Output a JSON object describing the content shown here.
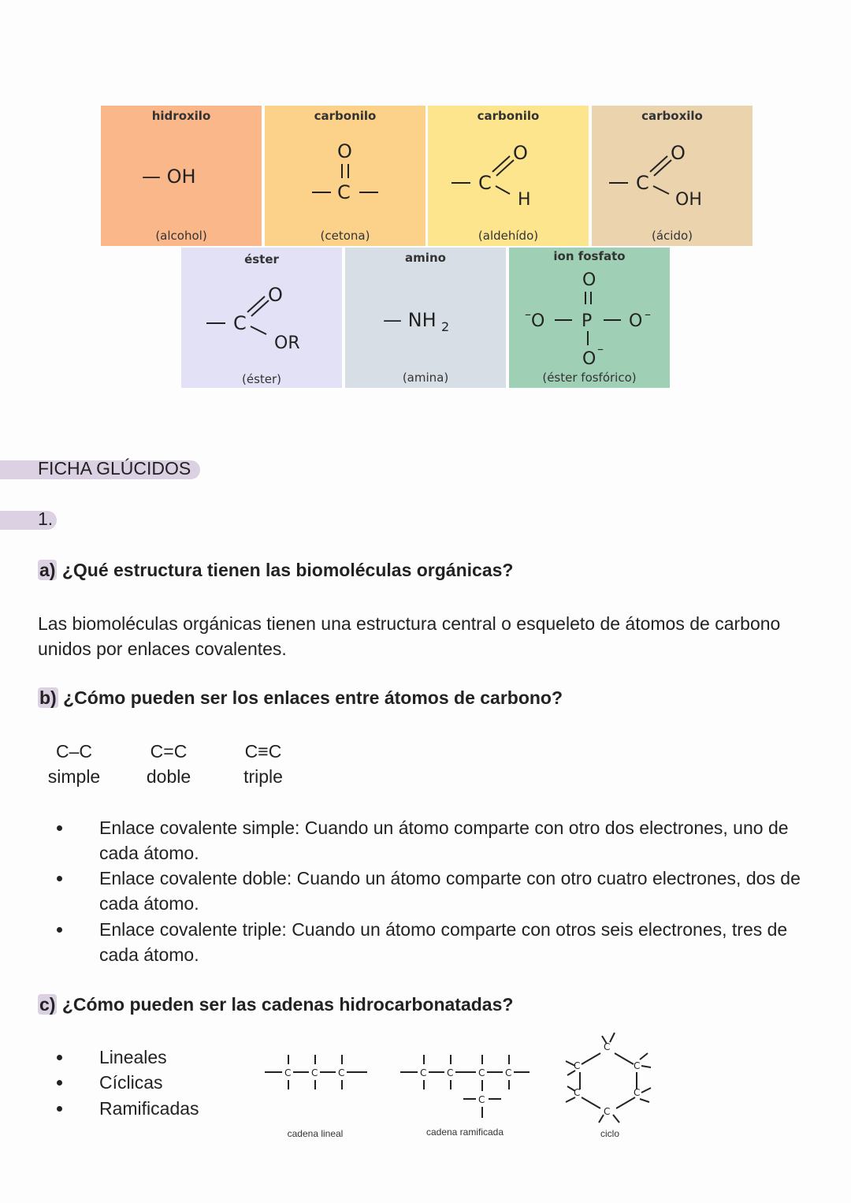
{
  "functional_groups": [
    {
      "title": "hidroxilo",
      "note": "(alcohol)",
      "color": "#f9b78a"
    },
    {
      "title": "carbonilo",
      "note": "(cetona)",
      "color": "#fcd28a"
    },
    {
      "title": "carbonilo",
      "note": "(aldehído)",
      "color": "#fde58e"
    },
    {
      "title": "carboxilo",
      "note": "(ácido)",
      "color": "#ead3ad"
    },
    {
      "title": "éster",
      "note": "(éster)",
      "color": "#e2e1f6"
    },
    {
      "title": "amino",
      "note": "(amina)",
      "color": "#d8dee5"
    },
    {
      "title": "ion fosfato",
      "note": "(éster fosfórico)",
      "color": "#9fd0b5"
    }
  ],
  "formulas": {
    "oh": "— OH",
    "o": "O",
    "c": "C",
    "h": "H",
    "oh2": "OH",
    "or": "OR",
    "nh": "— NH",
    "sub2": "2",
    "p": "P",
    "minus": "–"
  },
  "section": {
    "title": "FICHA GLÚCIDOS",
    "number": "1."
  },
  "question_a": {
    "letter": "a)",
    "text": " ¿Qué estructura tienen las biomoléculas orgánicas?",
    "answer": "Las biomoléculas orgánicas tienen una estructura central o esqueleto de átomos de carbono unidos por enlaces covalentes."
  },
  "question_b": {
    "letter": "b)",
    "text": " ¿Cómo pueden ser los enlaces entre átomos de carbono?",
    "bonds": [
      {
        "formula": "C–C",
        "name": "simple"
      },
      {
        "formula": "C=C",
        "name": "doble"
      },
      {
        "formula": "C≡C",
        "name": "triple"
      }
    ],
    "bullets": [
      "Enlace covalente simple: Cuando un átomo comparte con otro dos electrones, uno de cada átomo.",
      "Enlace covalente doble: Cuando un átomo comparte con otro cuatro electrones, dos de cada átomo.",
      "Enlace covalente triple: Cuando un átomo comparte con otros seis electrones, tres de cada átomo."
    ]
  },
  "question_c": {
    "letter": "c)",
    "text": " ¿Cómo pueden ser las cadenas hidrocarbonatadas?",
    "bullets": [
      "Lineales",
      "Cíclicas",
      "Ramificadas"
    ],
    "captions": {
      "linear": "cadena lineal",
      "branched": "cadena ramificada",
      "cycle": "ciclo"
    },
    "atom": "C"
  }
}
